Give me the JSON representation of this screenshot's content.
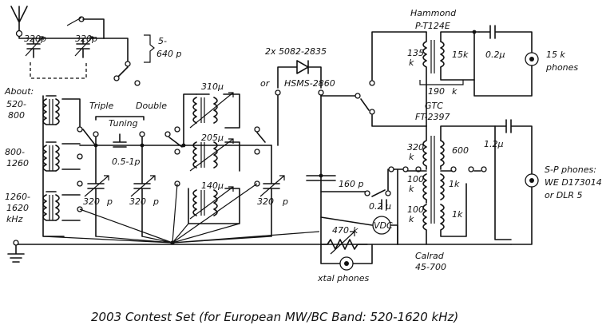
{
  "caption": "2003 Contest Set (for European MW/BC Band: 520-1620 kHz)",
  "labels": {
    "hammond_title": "Hammond",
    "hammond_part": "P-T124E",
    "hammond_135k": "135",
    "hammond_135k_unit": "k",
    "hammond_15k": "15k",
    "hammond_190k": "190",
    "hammond_190k_unit": "k",
    "cap_02u_top": "0.2μ",
    "phones_15k_a": "15 k",
    "phones_15k_b": "phones",
    "range_5_640p_a": "5-",
    "range_5_640p_b": "640 p",
    "diodes_a": "2x 5082-2835",
    "diodes_or": "or",
    "diodes_b": "HSMS-2860",
    "about": "About:",
    "band1_a": "520-",
    "band1_b": "800",
    "band2_a": "800-",
    "band2_b": "1260",
    "band3_a": "1260-",
    "band3_b": "1620",
    "band3_c": "kHz",
    "ant_cap1": "320p",
    "ant_cap2": "320p",
    "triple": "Triple",
    "double": "Double",
    "tuning": "Tuning",
    "cap_05_1p": "0.5-1p",
    "tune_cap1": "320",
    "tune_cap1_unit": "p",
    "tune_cap2": "320",
    "tune_cap2_unit": "p",
    "tune_cap3": "320",
    "tune_cap3_unit": "p",
    "ind_310u": "310μ",
    "ind_205u": "205μ",
    "ind_140u": "140μ",
    "gtc_title": "GTC",
    "gtc_part": "FT-2397",
    "gtc_320k": "320",
    "gtc_320k_unit": "k",
    "gtc_600": "600",
    "gtc_100k_a": "100",
    "gtc_100k_a_unit": "k",
    "gtc_1k": "1k",
    "gtc_100k_b": "100",
    "gtc_100k_b_unit": "k",
    "gtc_1k_b": "1k",
    "cap_12u": "1.2μ",
    "cap_160p": "160 p",
    "cap_02u_mid": "0.2 μ",
    "vdc": "VDC",
    "pot_470k": "470",
    "pot_470k_unit": "k",
    "xtal_phones": "xtal phones",
    "calrad_a": "Calrad",
    "calrad_b": "45-700",
    "sp_phones_a": "S-P phones:",
    "sp_phones_b": "WE D173014",
    "sp_phones_c": "or DLR 5"
  }
}
